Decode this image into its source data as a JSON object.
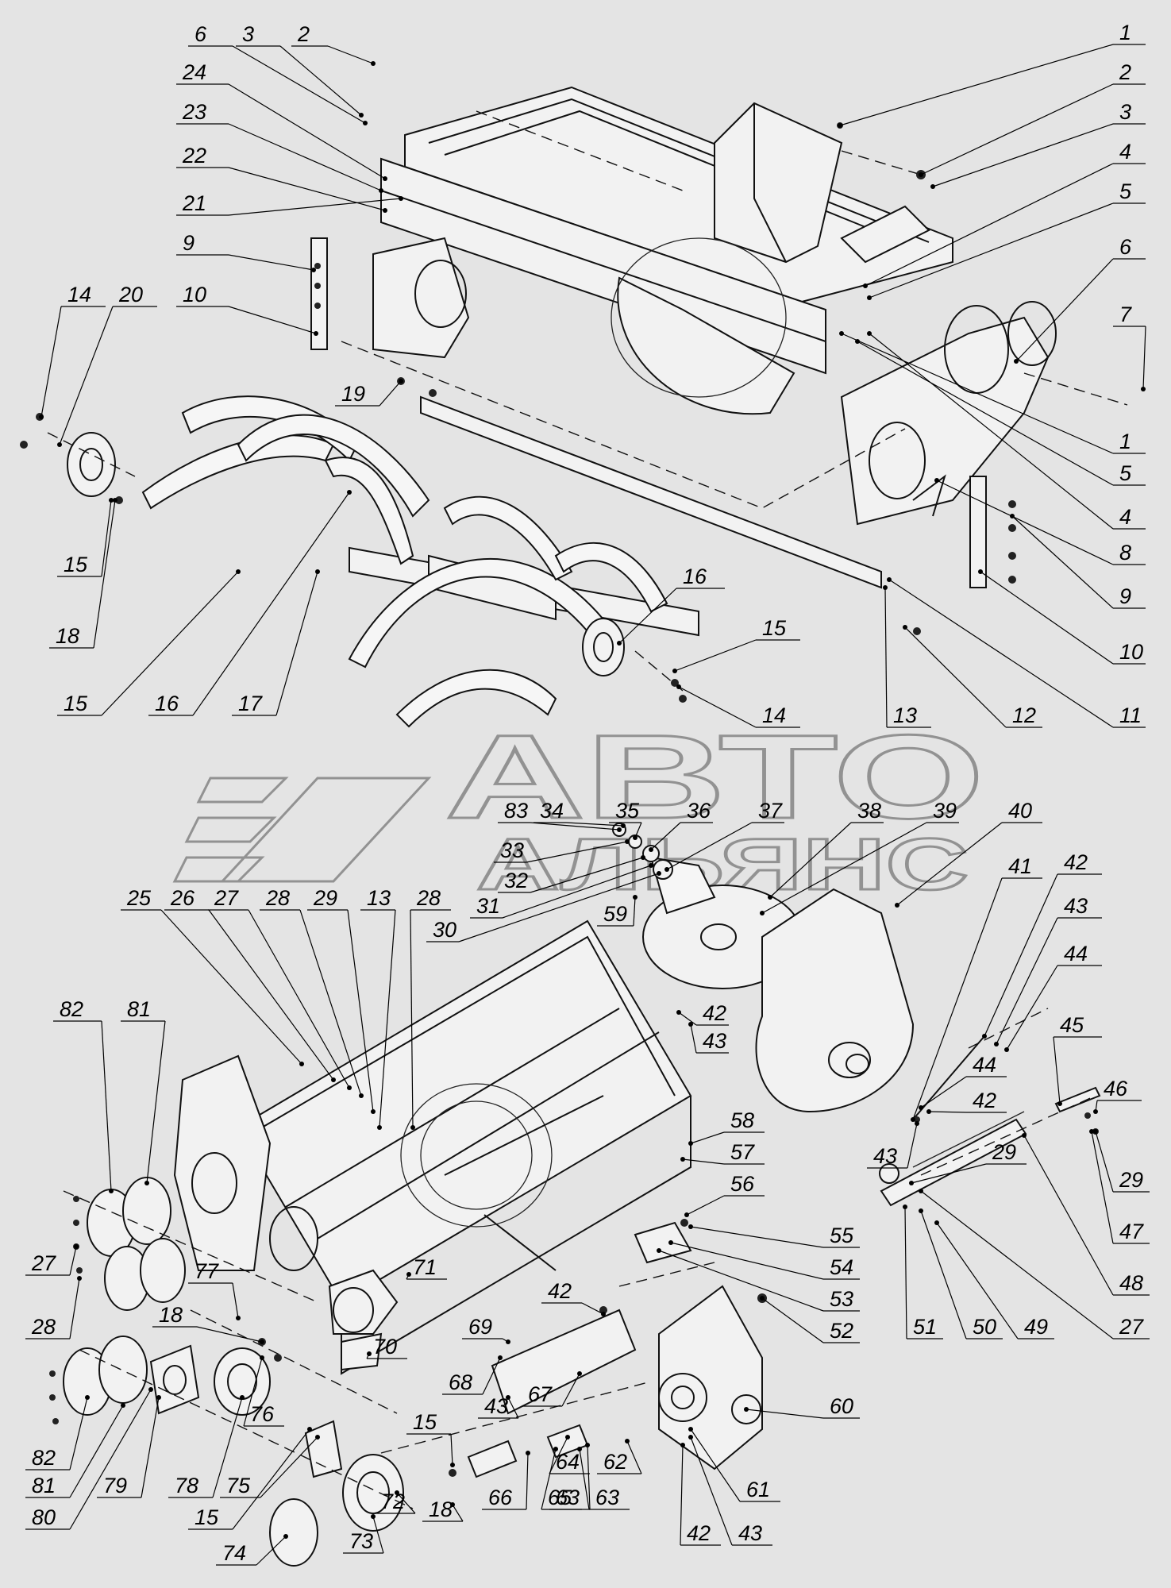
{
  "watermark": {
    "line1": "АВТО",
    "line2": "АЛЬЯНС"
  },
  "callouts": {
    "top_left": [
      "6",
      "3",
      "2",
      "24",
      "23",
      "22",
      "21",
      "9",
      "10",
      "14",
      "20",
      "15",
      "18",
      "19"
    ],
    "top_right": [
      "1",
      "2",
      "3",
      "4",
      "5",
      "6",
      "7",
      "1",
      "5",
      "4",
      "8",
      "9",
      "10",
      "11",
      "12",
      "13",
      "14",
      "15",
      "16"
    ],
    "auger_bottom": [
      "15",
      "16",
      "17"
    ],
    "middle_row": [
      "34",
      "35",
      "36",
      "37",
      "38",
      "39",
      "40",
      "83",
      "33",
      "32",
      "31",
      "30",
      "59",
      "25",
      "26",
      "27",
      "28",
      "29",
      "13",
      "28",
      "41",
      "42",
      "43",
      "44",
      "42",
      "43",
      "45",
      "46",
      "44",
      "42",
      "43",
      "29",
      "29",
      "47",
      "48",
      "27",
      "49",
      "50",
      "51"
    ],
    "lower_right": [
      "58",
      "57",
      "56",
      "55",
      "54",
      "53",
      "52",
      "60",
      "61",
      "62",
      "63",
      "64",
      "65",
      "66",
      "63",
      "42",
      "43",
      "67",
      "68",
      "69",
      "70",
      "71",
      "42",
      "43",
      "15"
    ],
    "lower_left": [
      "82",
      "81",
      "27",
      "28",
      "18",
      "77",
      "76",
      "78",
      "79",
      "80",
      "81",
      "82",
      "15",
      "75",
      "74",
      "73",
      "72",
      "18"
    ]
  }
}
